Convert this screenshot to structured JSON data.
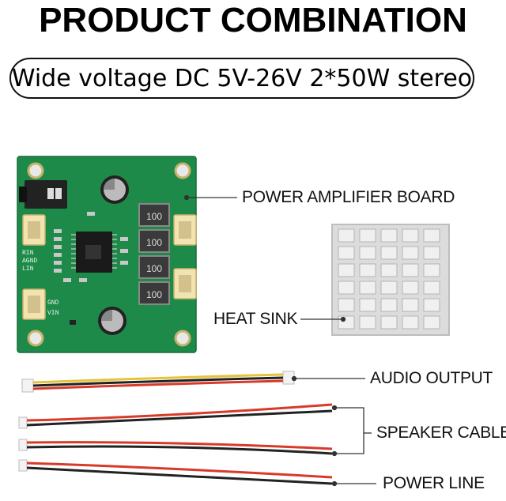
{
  "header": {
    "title": "PRODUCT COMBINATION",
    "subtitle": "Wide voltage DC 5V-26V 2*50W stereo"
  },
  "callouts": {
    "board": "POWER AMPLIFIER BOARD",
    "heatsink": "HEAT SINK",
    "audio": "AUDIO OUTPUT",
    "speaker": "SPEAKER CABLE",
    "power": "POWER LINE"
  },
  "board_silkscreen": {
    "chip_values": [
      "100",
      "100",
      "100",
      "100"
    ],
    "left_labels": [
      "RIN",
      "AGND",
      "LIN"
    ],
    "bottom_labels": [
      "GND",
      "VIN"
    ],
    "colors": {
      "pcb": "#1e8a4a",
      "copper": "#2f9d5a",
      "heatsink": "#d9d9d9"
    }
  }
}
